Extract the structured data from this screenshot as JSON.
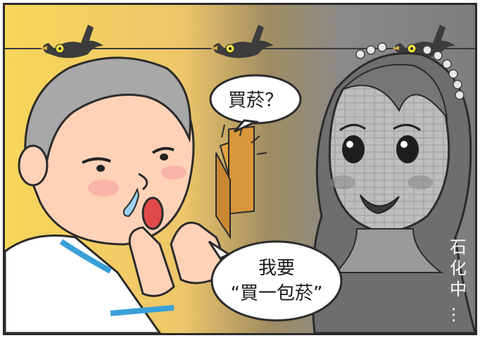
{
  "panel": {
    "speech_question": "買菸？",
    "speech_answer_line1": "我要",
    "speech_answer_line2": "“買一包菸”",
    "side_caption": [
      "石",
      "化",
      "中",
      "…"
    ]
  },
  "colors": {
    "bg_left": "#f6d560",
    "bg_right": "#8b8b8b",
    "outline": "#2b2b2b",
    "skin": "#ffd2b8",
    "hair_gray": "#a8a8a8",
    "shirt_trim": "#3aa0d8",
    "cigarette_box": "#e3a340",
    "crow": "#3c3c3c",
    "crow_eye": "#f0e040"
  },
  "icons": [
    "crow-icon",
    "cigarette-pack-icon"
  ]
}
